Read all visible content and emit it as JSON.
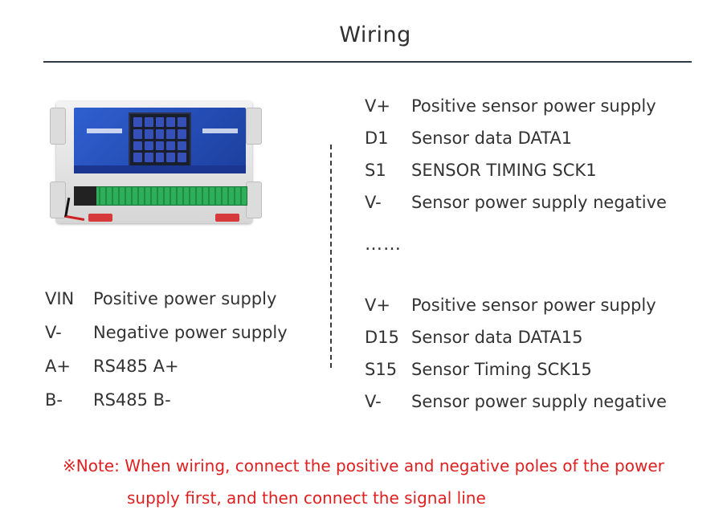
{
  "title": "Wiring",
  "left_pins": [
    {
      "code": "VIN",
      "desc": "Positive power supply"
    },
    {
      "code": "V-",
      "desc": "Negative power supply"
    },
    {
      "code": "A+",
      "desc": "RS485 A+"
    },
    {
      "code": "B-",
      "desc": "RS485 B-"
    }
  ],
  "right_pins_top": [
    {
      "code": "V+",
      "desc": "Positive sensor power supply"
    },
    {
      "code": "D1",
      "desc": "Sensor data DATA1"
    },
    {
      "code": "S1",
      "desc": "SENSOR TIMING SCK1"
    },
    {
      "code": "V-",
      "desc": "Sensor power supply negative"
    }
  ],
  "ellipsis": "……",
  "right_pins_bottom": [
    {
      "code": "V+",
      "desc": "Positive sensor power supply"
    },
    {
      "code": "D15",
      "desc": "Sensor data DATA15"
    },
    {
      "code": "S15",
      "desc": "Sensor Timing SCK15"
    },
    {
      "code": "V-",
      "desc": "Sensor power supply negative"
    }
  ],
  "note": {
    "line1": "※Note: When wiring, connect the positive and negative poles of the power",
    "line2": "supply first, and then connect the signal line"
  },
  "colors": {
    "note": "#e02020",
    "panel": "#2f5fd0",
    "terminal": "#2fae5a"
  }
}
